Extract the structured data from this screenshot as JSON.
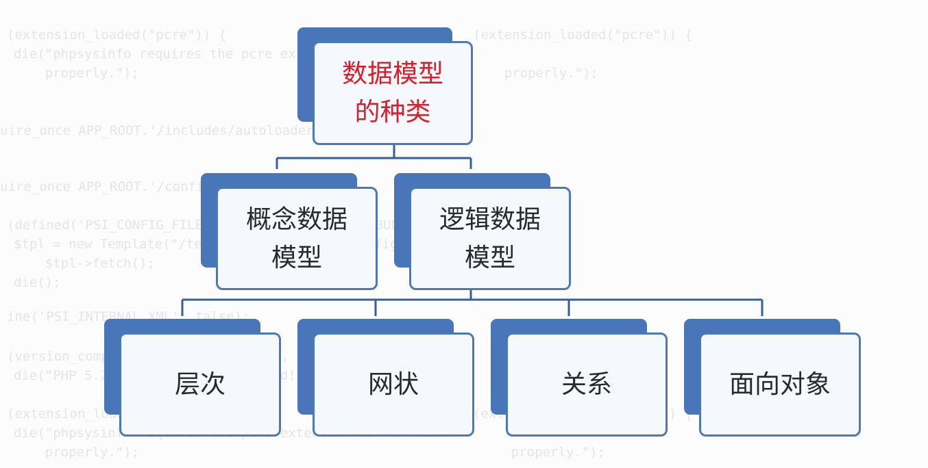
{
  "background_code": [
    "(extension_loaded(\"pcre\")) {",
    "die(\"phpsysinfo requires the pcre extension to function",
    "    properly.\");",
    "uire_once APP_ROOT.'/includes/autoloader.inc.php';",
    "uire_once APP_ROOT.'/config.php';",
    "(defined('PSI_CONFIG_FILE') || !defined('PSI_DEBUG')) {",
    "$tpl = new Template(\"/templates/html/error_config.html\");",
    "    $tpl->fetch();",
    "die();",
    "ine('PSI_INTERNAL_XML', false);",
    "(version_compare(\"5.2\", PHP_VERSION, \">\")) {",
    "die(\"PHP 5.2 or greater is required!!!\");"
  ],
  "diagram": {
    "root": {
      "label": "数据模型\n的种类"
    },
    "level2": [
      {
        "label": "概念数据\n模型"
      },
      {
        "label": "逻辑数据\n模型"
      }
    ],
    "level3": [
      {
        "label": "层次"
      },
      {
        "label": "网状"
      },
      {
        "label": "关系"
      },
      {
        "label": "面向对象"
      }
    ]
  },
  "colors": {
    "card_border": "#4c78b6",
    "card_shadow": "#4876b8",
    "card_fill": "#f5f8fd",
    "root_text": "#d4202b",
    "text": "#2a2a2a",
    "connector": "#35609e",
    "background_code": "#e3e5ea"
  }
}
